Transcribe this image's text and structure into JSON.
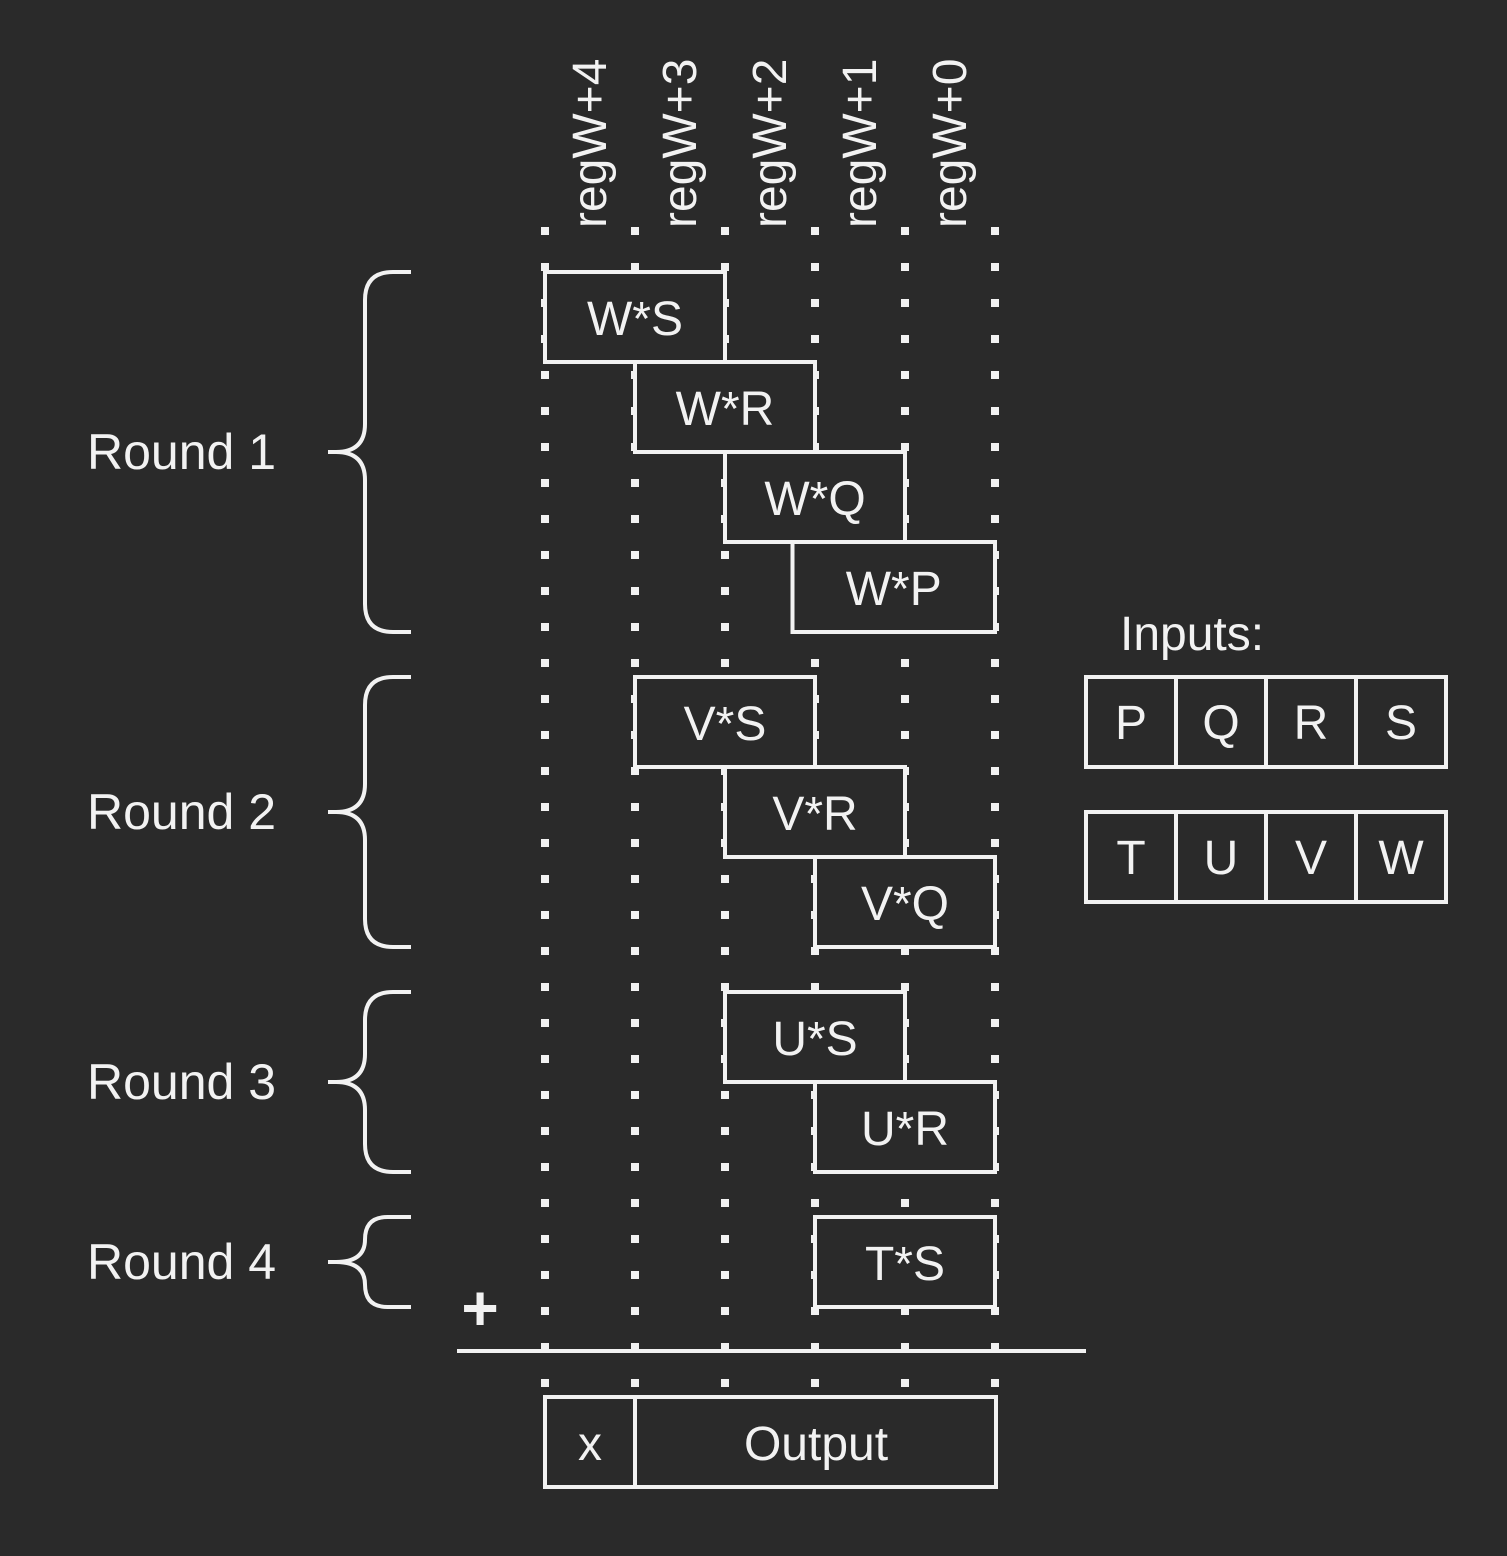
{
  "colors": {
    "background": "#2a2a2a",
    "foreground": "#f2f2f2"
  },
  "columns": [
    "regW+4",
    "regW+3",
    "regW+2",
    "regW+1",
    "regW+0"
  ],
  "rounds": [
    {
      "label": "Round 1",
      "products": [
        {
          "label": "W*S",
          "col_start": 3,
          "col_span": 2
        },
        {
          "label": "W*R",
          "col_start": 2,
          "col_span": 2
        },
        {
          "label": "W*Q",
          "col_start": 1,
          "col_span": 2
        },
        {
          "label": "W*P",
          "col_start": 0,
          "col_span": 2.25
        }
      ]
    },
    {
      "label": "Round 2",
      "products": [
        {
          "label": "V*S",
          "col_start": 2,
          "col_span": 2
        },
        {
          "label": "V*R",
          "col_start": 1,
          "col_span": 2
        },
        {
          "label": "V*Q",
          "col_start": 0,
          "col_span": 2
        }
      ]
    },
    {
      "label": "Round 3",
      "products": [
        {
          "label": "U*S",
          "col_start": 1,
          "col_span": 2
        },
        {
          "label": "U*R",
          "col_start": 0,
          "col_span": 2
        }
      ]
    },
    {
      "label": "Round 4",
      "products": [
        {
          "label": "T*S",
          "col_start": 0,
          "col_span": 2
        }
      ]
    }
  ],
  "sum_operator": "+",
  "output": {
    "carry_label": "x",
    "label": "Output"
  },
  "inputs": {
    "title": "Inputs:",
    "rows": [
      [
        "P",
        "Q",
        "R",
        "S"
      ],
      [
        "T",
        "U",
        "V",
        "W"
      ]
    ]
  }
}
